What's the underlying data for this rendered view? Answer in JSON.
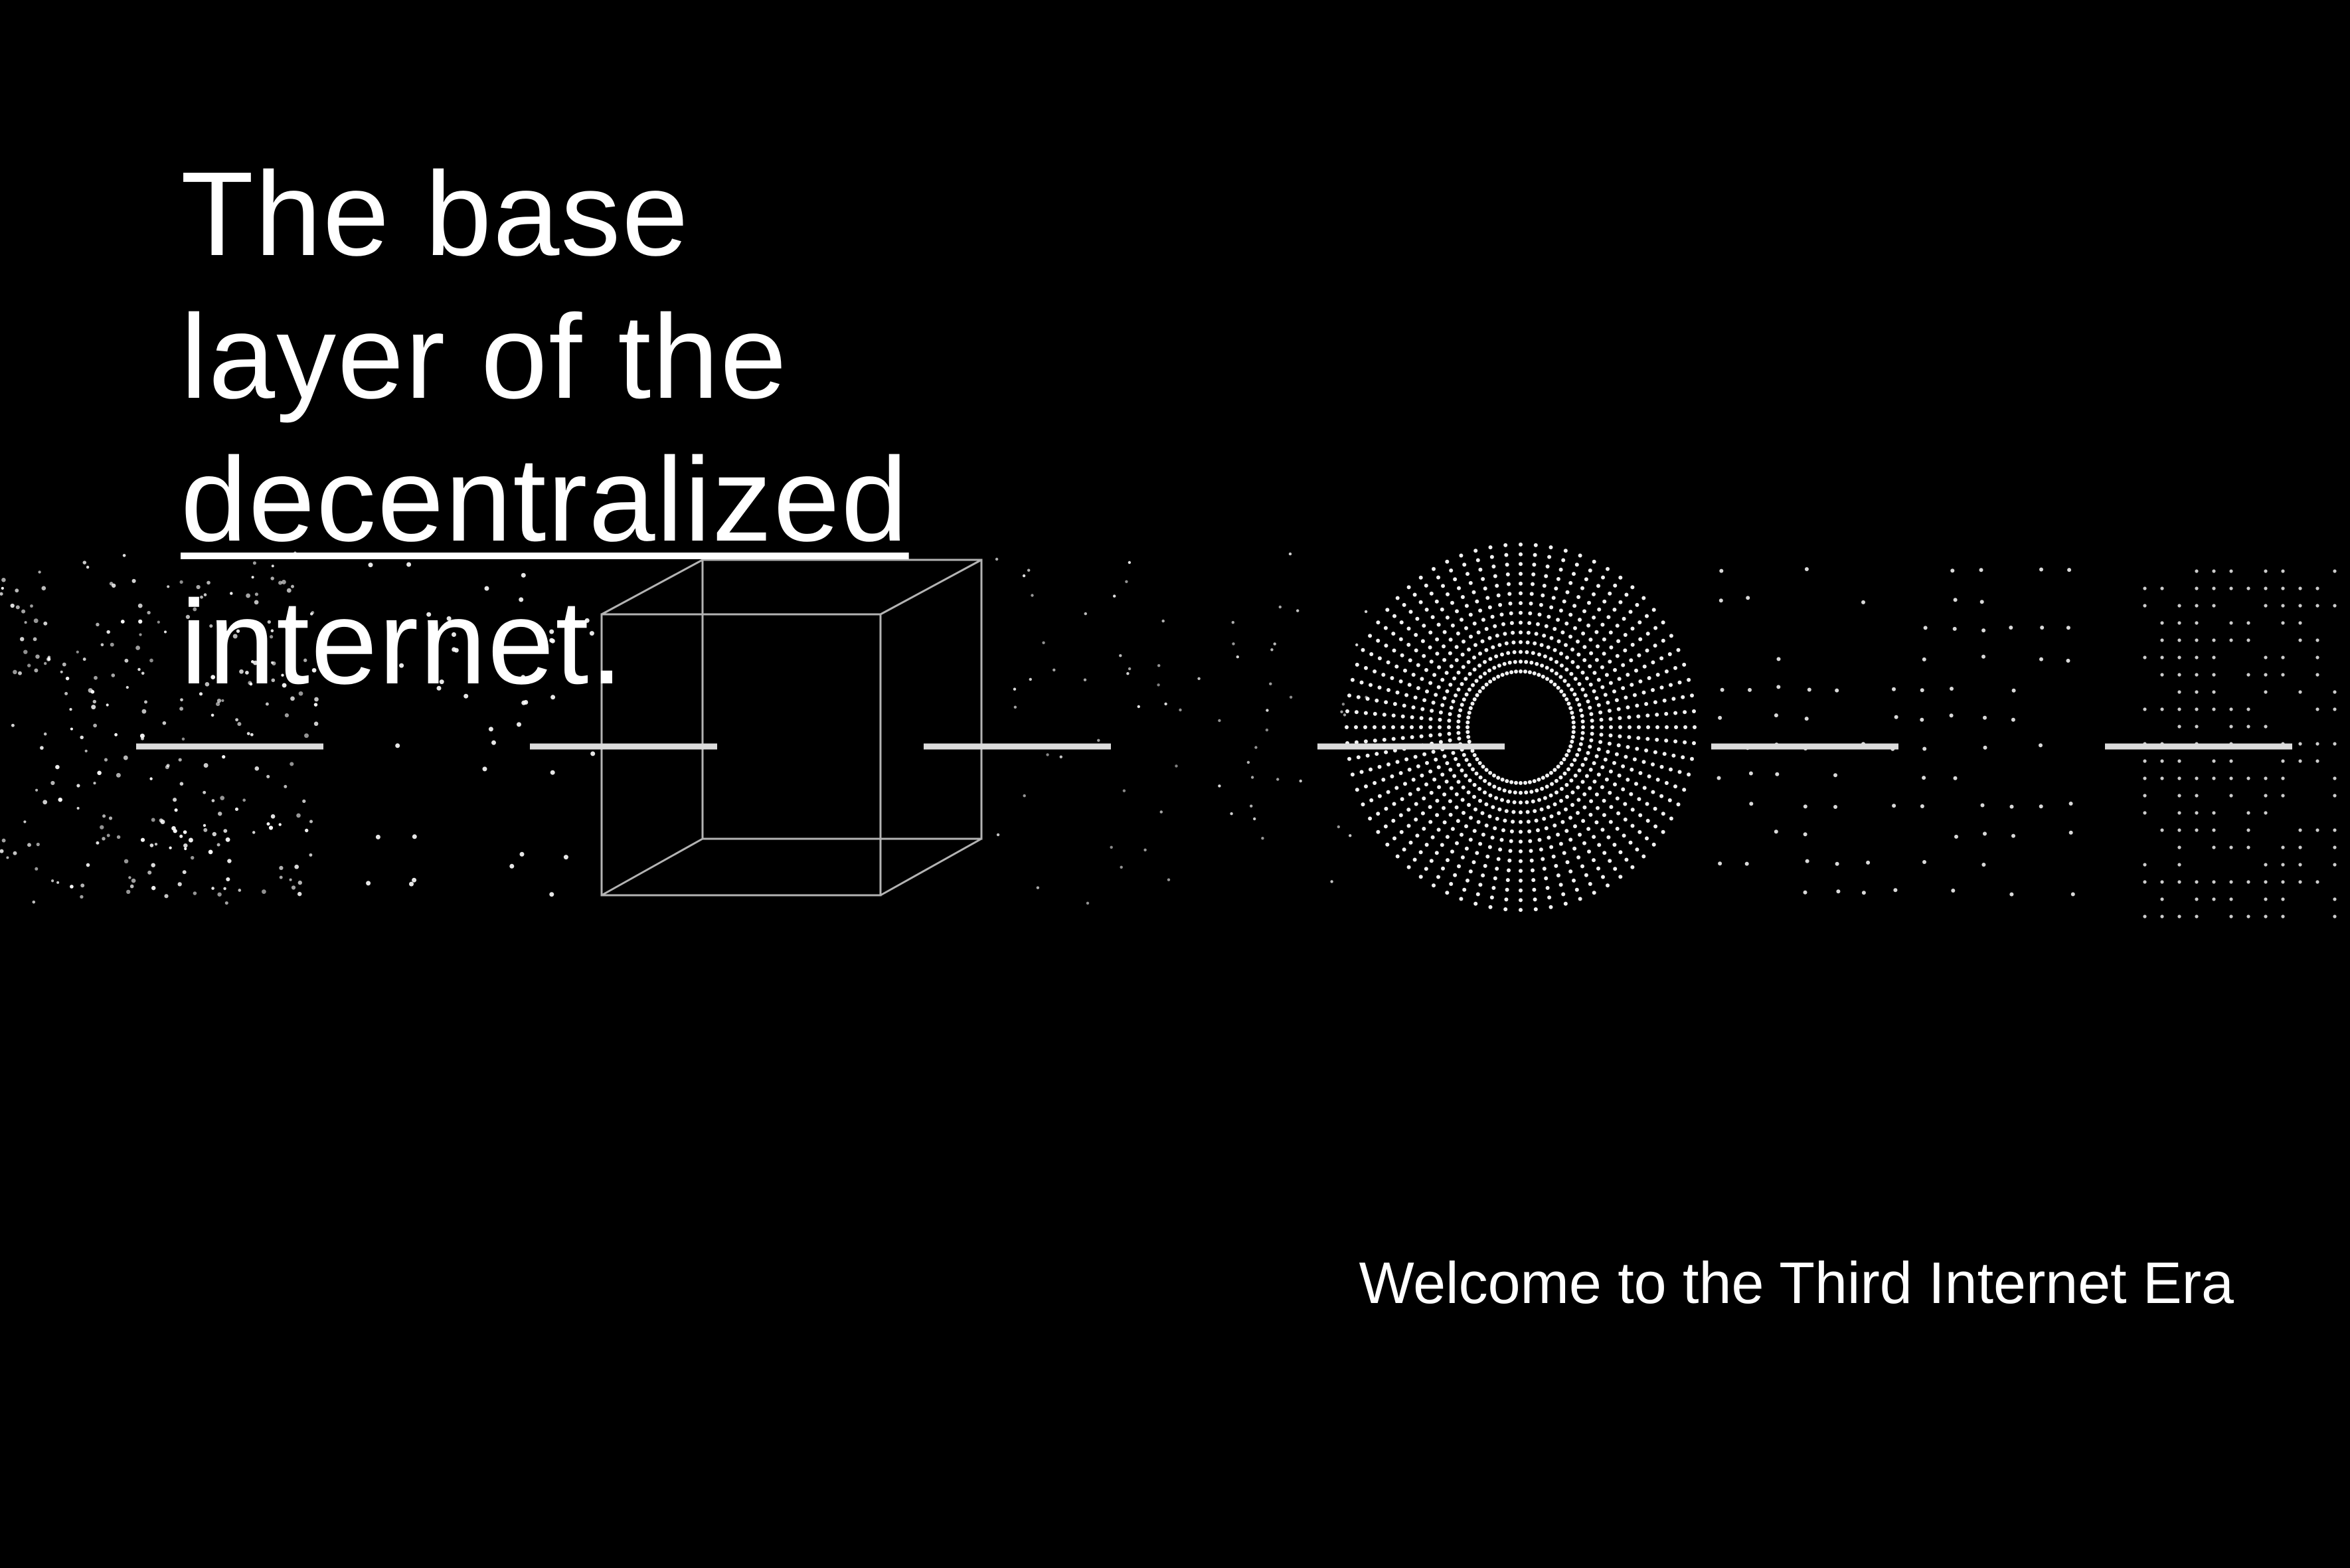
{
  "hero": {
    "headline_lines": [
      "The base",
      "layer of the",
      "decentralized",
      "internet."
    ]
  },
  "tagline": "Welcome to the Third Internet Era",
  "colors": {
    "background": "#000000",
    "foreground": "#ffffff",
    "wireframe": "#b3b3b3"
  },
  "visual": {
    "motifs": [
      "dot-field-icon",
      "scatter-dots-icon",
      "wireframe-cube-icon",
      "sparse-dots-icon",
      "radial-burst-icon",
      "dot-grid-icon",
      "dense-dot-grid-icon"
    ],
    "dash_count": 6
  }
}
